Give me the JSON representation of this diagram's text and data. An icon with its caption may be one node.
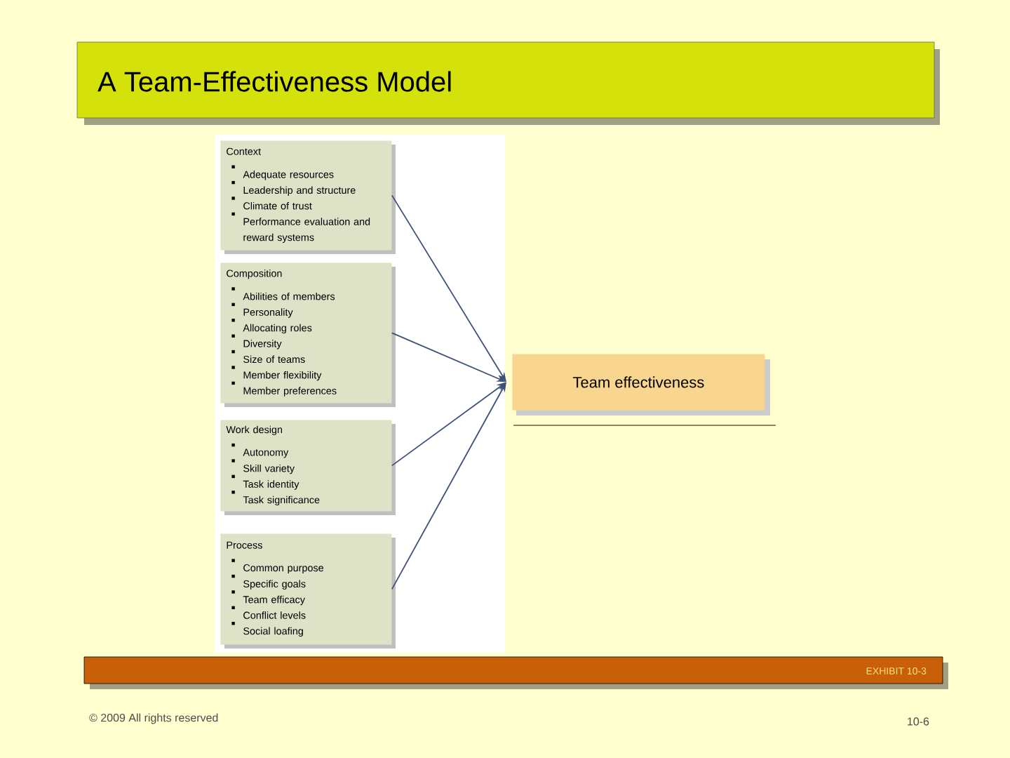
{
  "diagram": {
    "title": "A Team-Effectiveness Model",
    "nodes": [
      {
        "text": [
          "Context",
          "Adequate resources",
          "Leadership and structure",
          "Climate of trust",
          "Performance evaluation and reward systems"
        ]
      },
      {
        "text": [
          "Composition",
          "Abilities of members",
          "Personality",
          "Allocating roles",
          "Diversity",
          "Size of teams",
          "Member flexibility",
          "Member preferences"
        ]
      },
      {
        "text": [
          "Work design",
          "Autonomy",
          "Skill variety",
          "Task identity",
          "Task significance"
        ]
      },
      {
        "text": [
          "Process",
          "Common purpose",
          "Specific goals",
          "Team efficacy",
          "Conflict levels",
          "Social loafing"
        ]
      },
      {
        "text": [
          "Team effectiveness"
        ]
      }
    ],
    "edges": [
      {
        "from": 0,
        "to": 4,
        "arrow": "to"
      },
      {
        "from": 1,
        "to": 4,
        "arrow": "to"
      },
      {
        "from": 2,
        "to": 4,
        "arrow": "to"
      },
      {
        "from": 3,
        "to": 4,
        "arrow": "to"
      }
    ],
    "labels": [
      "EXHIBIT 10-3",
      "© 2009 All rights reserved",
      "10-6"
    ]
  }
}
